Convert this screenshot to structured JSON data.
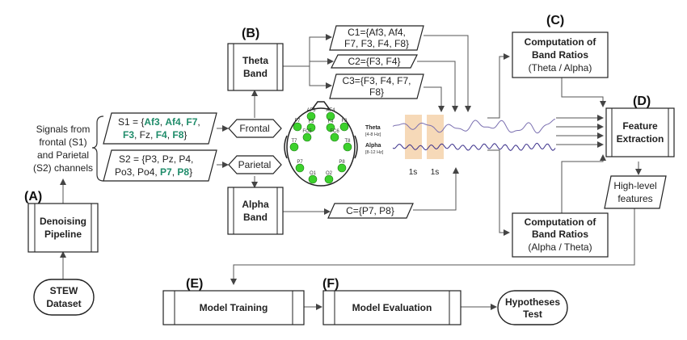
{
  "sections": {
    "a": "(A)",
    "b": "(B)",
    "c": "(C)",
    "d": "(D)",
    "e": "(E)",
    "f": "(F)"
  },
  "nodes": {
    "stew_line1": "STEW",
    "stew_line2": "Dataset",
    "denoise_line1": "Denoising",
    "denoise_line2": "Pipeline",
    "signals_line1": "Signals from",
    "signals_line2": "frontal (S1)",
    "signals_line3": "and Parietal",
    "signals_line4": "(S2) channels",
    "s1_prefix": "S1 = {",
    "s1_af3": "Af3",
    "s1_sep1": ", ",
    "s1_af4": "Af4",
    "s1_sep2": ", ",
    "s1_f7": "F7",
    "s1_sep3": ",",
    "s1_f3": "F3",
    "s1_fz": ", Fz, ",
    "s1_f4": "F4",
    "s1_sep4": ", ",
    "s1_f8": "F8",
    "s1_close": "}",
    "s2_line1": "S2 = {P3, Pz, P4,",
    "s2_line2_prefix": "Po3, Po4, ",
    "s2_p7": "P7",
    "s2_sep": ", ",
    "s2_p8": "P8",
    "s2_close": "}",
    "frontal": "Frontal",
    "parietal": "Parietal",
    "theta_line1": "Theta",
    "theta_line2": "Band",
    "alpha_line1": "Alpha",
    "alpha_line2": "Band",
    "c1_line1": "C1={Af3, Af4,",
    "c1_line2": "F7, F3, F4, F8}",
    "c2": "C2={F3, F4}",
    "c3_line1": "C3={F3, F4, F7,",
    "c3_line2": "F8}",
    "c_alpha": "C={P7, P8}",
    "ratio_top_line1": "Computation of",
    "ratio_top_line2": "Band Ratios",
    "ratio_top_line3": "(Theta / Alpha)",
    "ratio_bottom_line1": "Computation of",
    "ratio_bottom_line2": "Band Ratios",
    "ratio_bottom_line3": "(Alpha / Theta)",
    "feature_line1": "Feature",
    "feature_line2": "Extraction",
    "highlevel_line1": "High-level",
    "highlevel_line2": "features",
    "model_training": "Model Training",
    "model_evaluation": "Model Evaluation",
    "hyp_line1": "Hypotheses",
    "hyp_line2": "Test"
  },
  "wave": {
    "theta_label": "Theta",
    "theta_range": "[4-8 Hz]",
    "alpha_label": "Alpha",
    "alpha_range": "[8-12 Hz]",
    "win1": "1s",
    "win2": "1s",
    "theta_color": "#7a6fb0",
    "alpha_color": "#3a2f8a",
    "window_color": "#f6d9b8"
  },
  "head": {
    "electrodes": [
      "AF3",
      "AF4",
      "F7",
      "F8",
      "F3",
      "F4",
      "FC5",
      "FC6",
      "T7",
      "T8",
      "P7",
      "P8",
      "O1",
      "O2"
    ],
    "electrode_color": "#3cd12c"
  },
  "colors": {
    "highlight": "#1f8c6a",
    "stroke": "#333333"
  }
}
